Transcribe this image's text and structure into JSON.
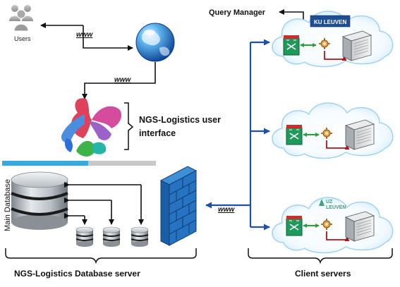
{
  "labels": {
    "users": "Users",
    "query_manager": "Query Manager",
    "www": "www",
    "ngs_ui_line1": "NGS-Logistics user",
    "ngs_ui_line2": "interface",
    "main_database": "Main Database",
    "db_server": "NGS-Logistics Database server",
    "client_servers": "Client servers",
    "ku_leuven": "KU LEUVEN",
    "uz_line1": "UZ",
    "uz_line2": "LEUVEN"
  },
  "colors": {
    "arrow_black": "#111111",
    "arrow_blue": "#1f4fa8",
    "arrow_red": "#b3121a",
    "arrow_green": "#2e9e3a",
    "firewall_blue": "#1f6fb8",
    "bar_blue": "#35a9e0",
    "bar_grey": "#c8c8c8",
    "ku_leuven_bg": "#1d4f91",
    "uz_green": "#3aa57a"
  },
  "icons": [
    "users-icon",
    "globe-icon",
    "ngs-logo-icon",
    "database-icon",
    "firewall-icon",
    "cloud-icon",
    "router-icon",
    "server-icon",
    "ku-leuven-logo-icon",
    "uz-leuven-logo-icon"
  ]
}
